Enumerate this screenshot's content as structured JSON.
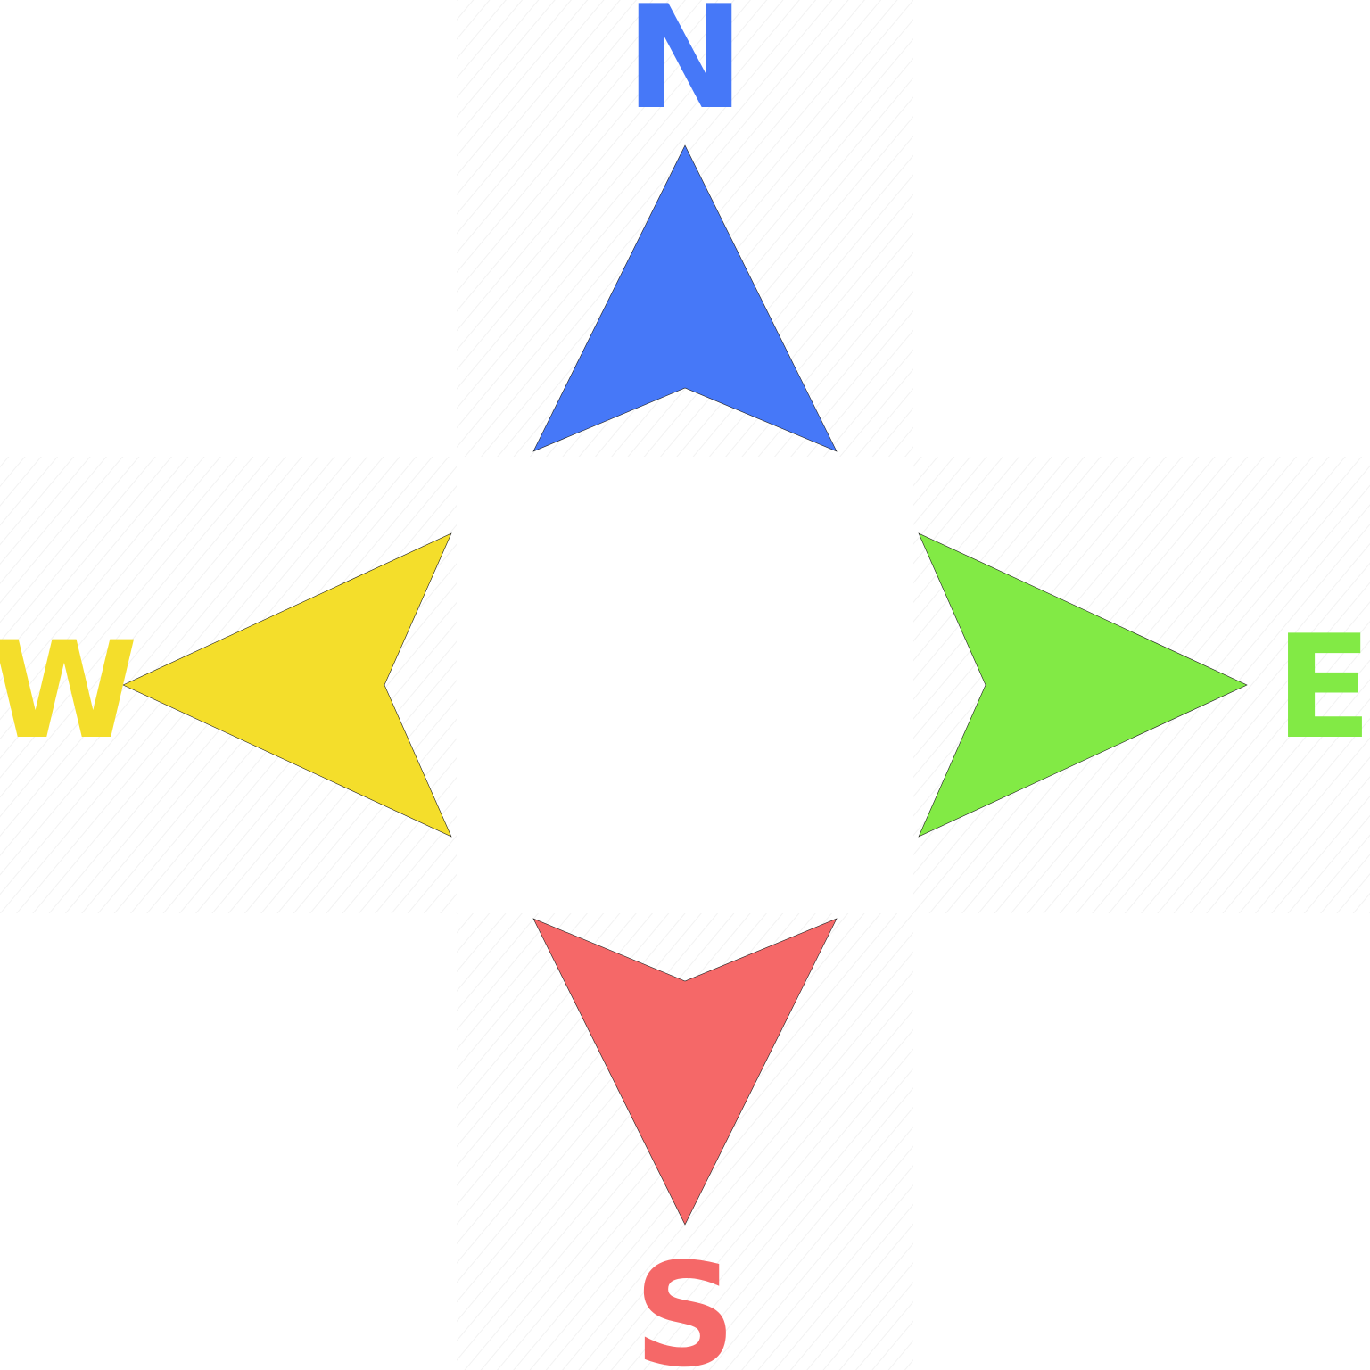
{
  "compass": {
    "labels": {
      "north": "N",
      "east": "E",
      "south": "S",
      "west": "W"
    },
    "colors": {
      "north": "#4678F8",
      "east": "#82EA45",
      "south": "#F56868",
      "west": "#F4DE2B",
      "background_pattern": "#f4f4f4"
    },
    "icons": {
      "north": "north-arrow-icon",
      "east": "east-arrow-icon",
      "south": "south-arrow-icon",
      "west": "west-arrow-icon"
    }
  }
}
